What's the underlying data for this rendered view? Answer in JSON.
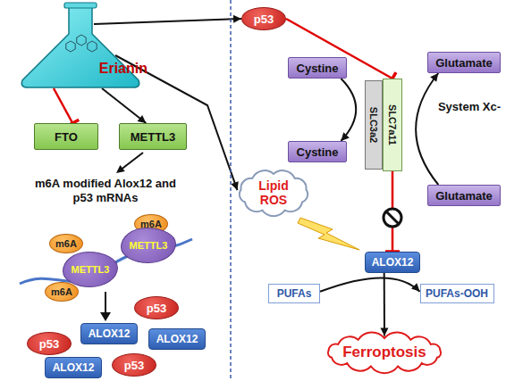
{
  "diagram": {
    "nodes": [
      {
        "text": [
          "Erianin"
        ]
      },
      {
        "text": [
          "p53"
        ]
      },
      {
        "text": [
          "Cystine"
        ]
      },
      {
        "text": [
          "Glutamate"
        ]
      },
      {
        "text": [
          "SLC3a2"
        ]
      },
      {
        "text": [
          "SLC7a11"
        ]
      },
      {
        "text": [
          "FTO"
        ]
      },
      {
        "text": [
          "METTL3"
        ]
      },
      {
        "text": [
          "Cystine"
        ]
      },
      {
        "text": [
          "Lipid ROS"
        ]
      },
      {
        "text": [
          "Glutamate"
        ]
      },
      {
        "text": [
          "m6A"
        ]
      },
      {
        "text": [
          "METTL3"
        ]
      },
      {
        "text": [
          "m6A"
        ]
      },
      {
        "text": [
          "ALOX12"
        ]
      },
      {
        "text": [
          "METTL3"
        ]
      },
      {
        "text": [
          "m6A"
        ]
      },
      {
        "text": [
          "PUFAs"
        ]
      },
      {
        "text": [
          "PUFAs-OOH"
        ]
      },
      {
        "text": [
          "p53"
        ]
      },
      {
        "text": [
          "ALOX12"
        ]
      },
      {
        "text": [
          "ALOX12"
        ]
      },
      {
        "text": [
          "p53"
        ]
      },
      {
        "text": [
          "Ferroptosis"
        ]
      },
      {
        "text": [
          "p53"
        ]
      },
      {
        "text": [
          "ALOX12"
        ]
      }
    ],
    "edges": [
      {
        "from": 0,
        "to": 6,
        "arrow": "to"
      },
      {
        "from": 0,
        "to": 7,
        "arrow": "to"
      },
      {
        "from": 0,
        "to": 1,
        "arrow": "to"
      },
      {
        "from": 0,
        "to": 9,
        "arrow": "to"
      },
      {
        "from": 1,
        "to": 5,
        "arrow": "to"
      },
      {
        "from": 2,
        "to": 8,
        "arrow": "to"
      },
      {
        "from": 10,
        "to": 3,
        "arrow": "to"
      },
      {
        "from": 5,
        "to": 14,
        "arrow": "to"
      },
      {
        "from": 17,
        "to": 18,
        "arrow": "to"
      },
      {
        "from": 14,
        "to": 23,
        "arrow": "to"
      }
    ],
    "labels": [
      "m6A modified Alox12 and p53 mRNAs",
      "System Xc-"
    ]
  }
}
